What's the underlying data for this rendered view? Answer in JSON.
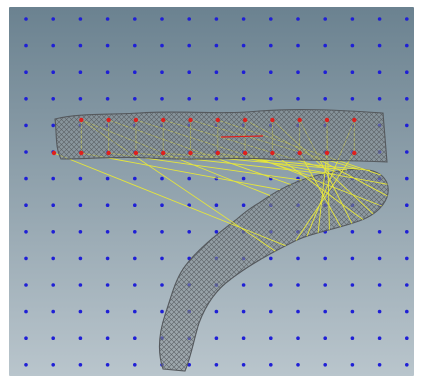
{
  "viewport": {
    "background": {
      "top": "#6b8290",
      "bottom": "#b9c5cc"
    },
    "grid": {
      "columns": 15,
      "rows": 14,
      "dot_color": "#1f1fd6"
    },
    "mesh": {
      "stroke": "#55595d",
      "fill": "#8a9196"
    },
    "landmarks": {
      "color": "#e0201c"
    },
    "correspondences": {
      "color": "#e6e63a",
      "count": 24
    }
  }
}
